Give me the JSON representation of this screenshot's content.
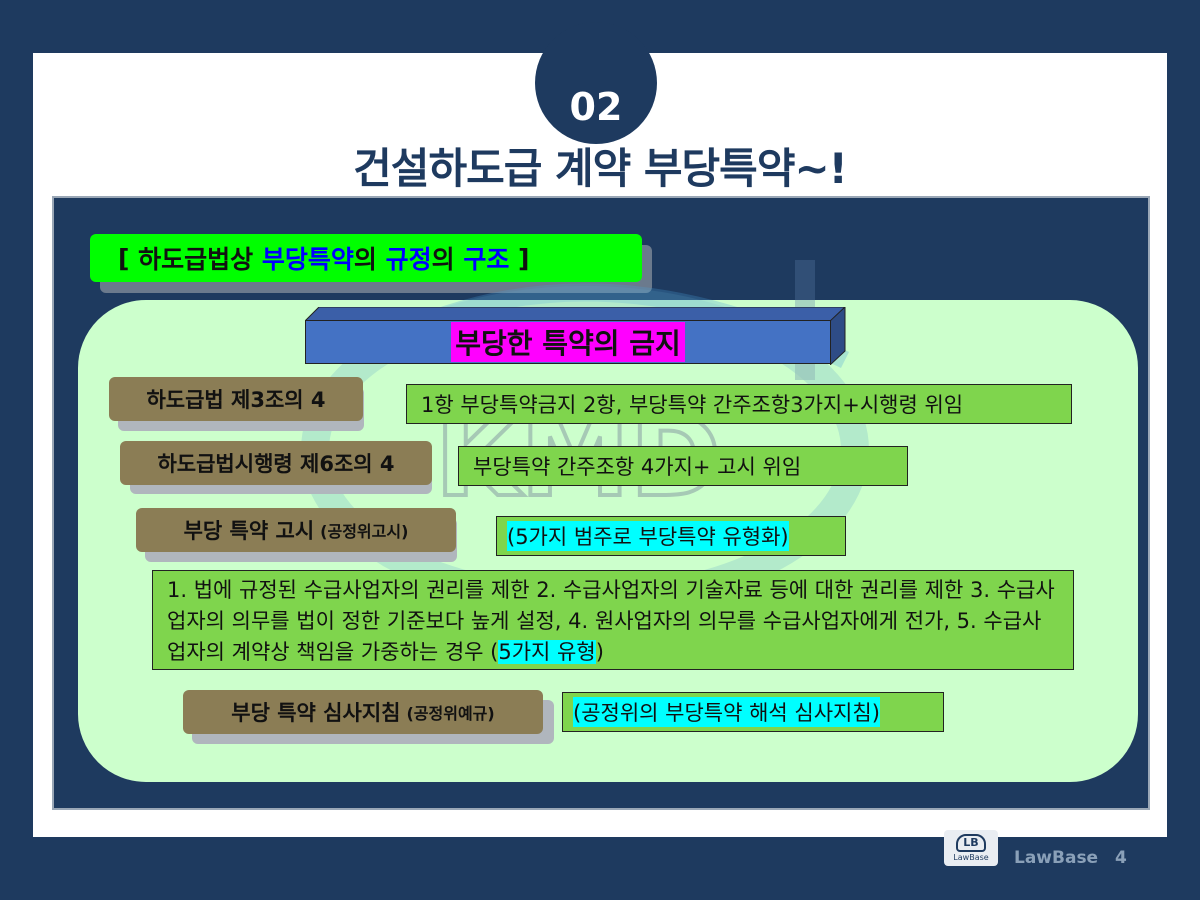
{
  "slide": {
    "section_number": "02",
    "title": "건설하도급 계약 부당특약~!"
  },
  "subheading": {
    "bracket_open": "[ ",
    "part1": "하도급법상 ",
    "part2": "부당특약",
    "part3": "의 ",
    "part4": "규정",
    "part5": "의 ",
    "part6": "구조",
    "bracket_close": " ]"
  },
  "banner": {
    "label": "부당한 특약의 금지"
  },
  "rows": [
    {
      "tag": "하도급법 제3조의 4",
      "tag_small": "",
      "desc": "1항 부당특약금지 2항, 부당특약 간주조항3가지+시행령 위임",
      "highlight": false
    },
    {
      "tag": "하도급법시행령 제6조의 4",
      "tag_small": "",
      "desc": "부당특약 간주조항 4가지+ 고시 위임",
      "highlight": false
    },
    {
      "tag": "부당 특약 고시",
      "tag_small": "(공정위고시)",
      "desc": "(5가지 범주로 부당특약 유형화)",
      "highlight": true
    }
  ],
  "long_desc": {
    "text": "1. 법에 규정된 수급사업자의 권리를 제한 2. 수급사업자의 기술자료 등에 대한 권리를 제한 3. 수급사업자의 의무를 법이 정한 기준보다 높게 설정, 4. 원사업자의 의무를 수급사업자에게 전가, 5. 수급사업자의 계약상 책임을 가중하는 경우 (",
    "highlight": "5가지 유형",
    "close": ")"
  },
  "last_row": {
    "tag": "부당 특약 심사지침",
    "tag_small": "(공정위예규)",
    "desc": "(공정위의 부당특약 해석 심사지침)"
  },
  "watermark": {
    "text": "KMD"
  },
  "footer": {
    "logo_text": "LB",
    "logo_sub": "LawBase",
    "brand": "LawBase",
    "page": "4"
  },
  "colors": {
    "navy": "#1e3a5f",
    "green_box": "#ccffcc",
    "desc_green": "#7fd54d",
    "tag_brown": "#8b7d55",
    "magenta": "#ff00ff",
    "cyan": "#00ffff",
    "lime": "#00ff00"
  }
}
